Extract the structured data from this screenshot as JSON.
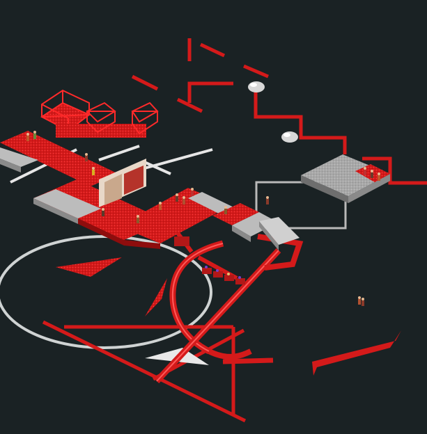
{
  "scene": {
    "type": "isometric-theme-park-view",
    "background_color": "#1a2224",
    "accent_red": "#d41a1a",
    "dark_red": "#8e0d0d",
    "light_red": "#ff4a4a",
    "path_gray": "#b9b9b9",
    "white_line": "#e6e6e6",
    "elements": [
      "red-white-footpath",
      "red-wireframe-structures",
      "billboard-poster",
      "red-roller-coaster",
      "coaster-train",
      "circular-white-track",
      "gray-platform",
      "floating-red-lines",
      "white-orbs",
      "guests"
    ]
  }
}
